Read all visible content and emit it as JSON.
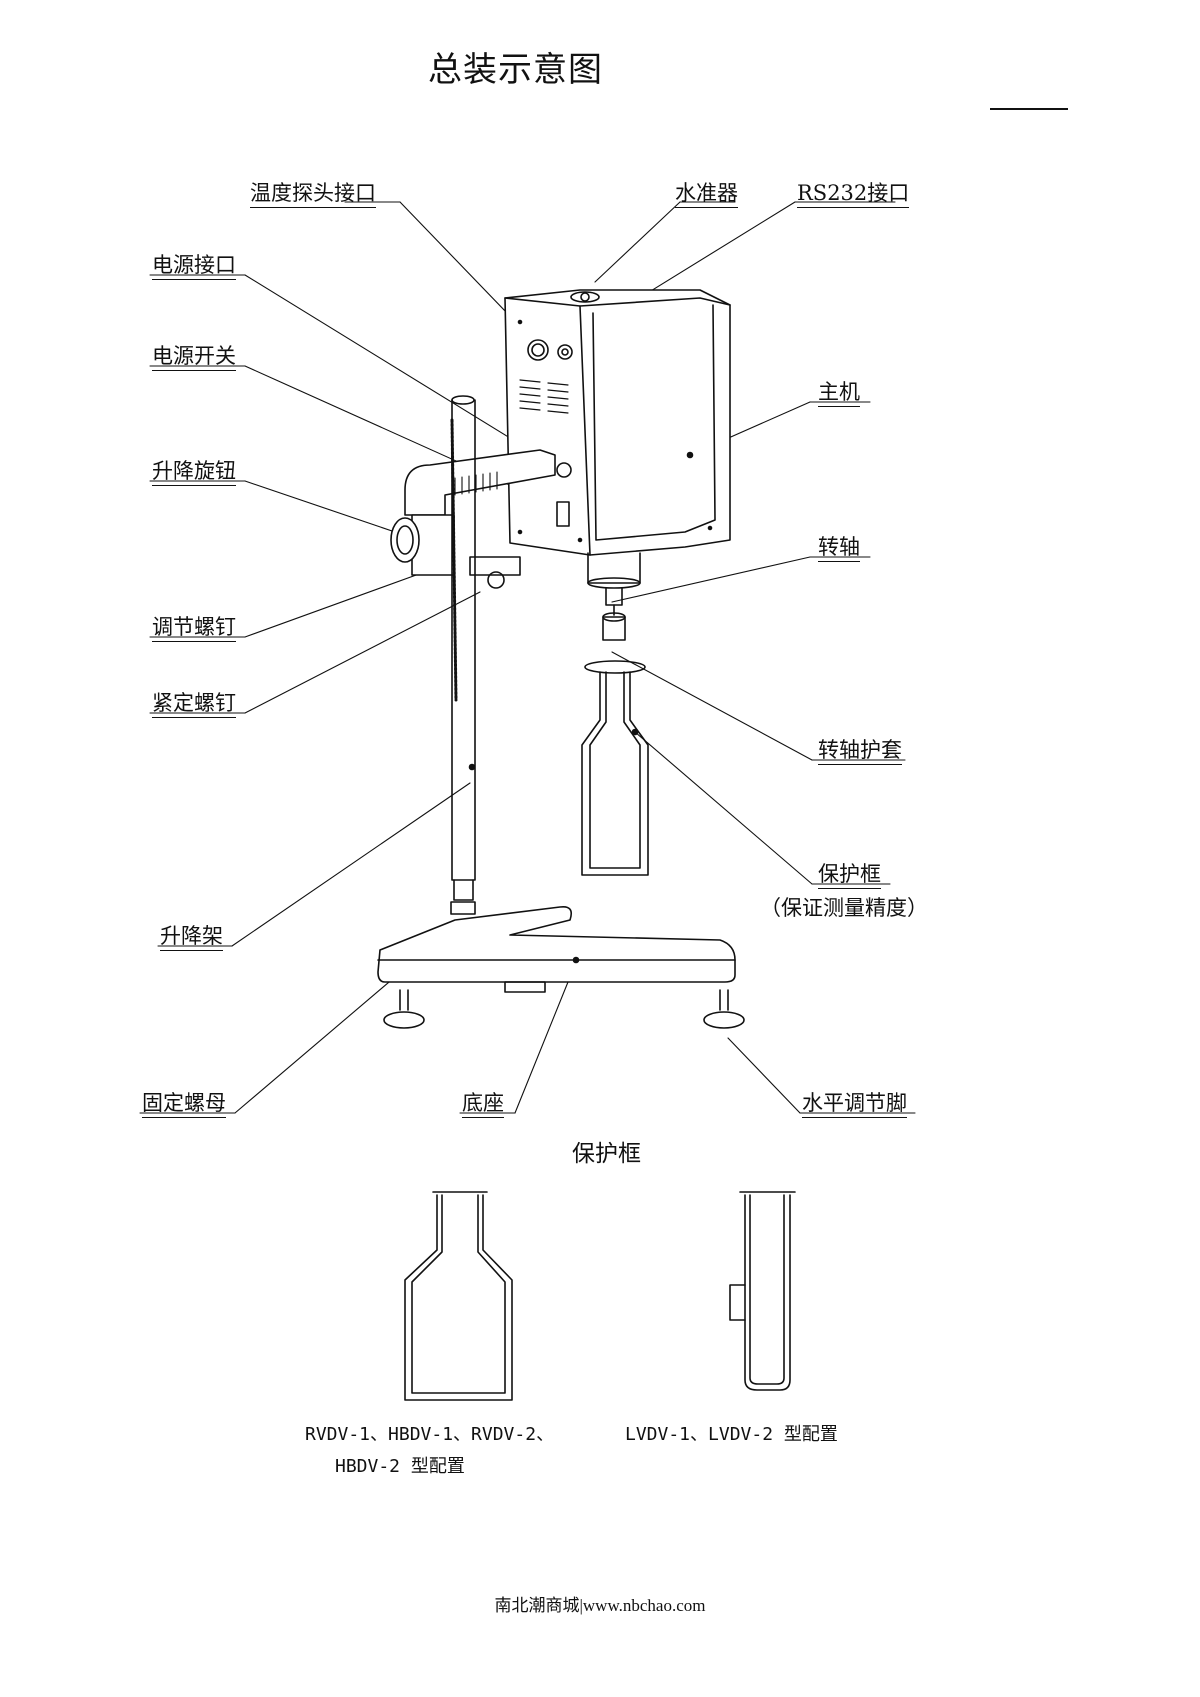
{
  "page": {
    "title": "总装示意图",
    "footer": "南北潮商城|www.nbchao.com"
  },
  "labels": {
    "temp_probe_port": "温度探头接口",
    "level_gauge": "水准器",
    "rs232_port": "RS232接口",
    "power_port": "电源接口",
    "power_switch": "电源开关",
    "main_unit": "主机",
    "lift_knob": "升降旋钮",
    "rotor_shaft": "转轴",
    "adjust_screw": "调节螺钉",
    "fixing_screw": "紧定螺钉",
    "shaft_sleeve": "转轴护套",
    "lift_stand": "升降架",
    "guard_frame": "保护框",
    "guard_frame_note": "（保证测量精度）",
    "fixing_nut": "固定螺母",
    "base": "底座",
    "level_foot": "水平调节脚"
  },
  "guard_section": {
    "title": "保护框",
    "caption_left_line1": "RVDV-1、HBDV-1、RVDV-2、",
    "caption_left_line2": "HBDV-2 型配置",
    "caption_right": "LVDV-1、LVDV-2 型配置"
  }
}
